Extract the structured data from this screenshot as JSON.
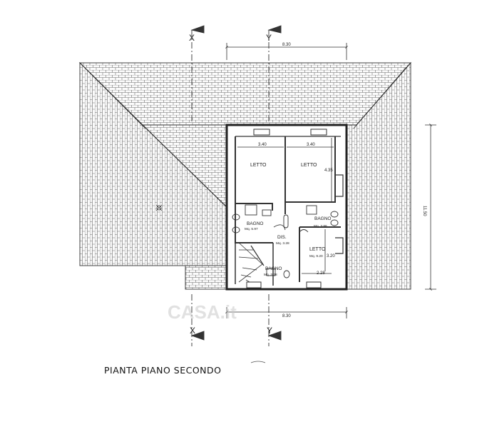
{
  "caption": "PIANTA PIANO SECONDO",
  "section_marks": {
    "x": "X",
    "y": "Y"
  },
  "dimensions": {
    "top_width": "8.30",
    "bottom_width": "8.30",
    "right_height": "11.50",
    "room1_width": "3.40",
    "room2_width": "3.40",
    "room2_depth": "4.35",
    "letto3_depth": "3.20",
    "letto3_width": "2.28"
  },
  "rooms": [
    {
      "name": "LETTO",
      "area": ""
    },
    {
      "name": "LETTO",
      "area": ""
    },
    {
      "name": "BAGNO",
      "area": "Mq. 5.97"
    },
    {
      "name": "BAGNO",
      "area": "Mq. 3.86"
    },
    {
      "name": "DIS.",
      "area": "Mq. 3.28"
    },
    {
      "name": "LETTO",
      "area": "Mq. 9.20"
    },
    {
      "name": "BAGNO",
      "area": "Mq. 3.28"
    }
  ],
  "watermark": "CASA.it",
  "colors": {
    "ink": "#333333",
    "roof": "#555555",
    "watermark": "#c8c8c8"
  }
}
